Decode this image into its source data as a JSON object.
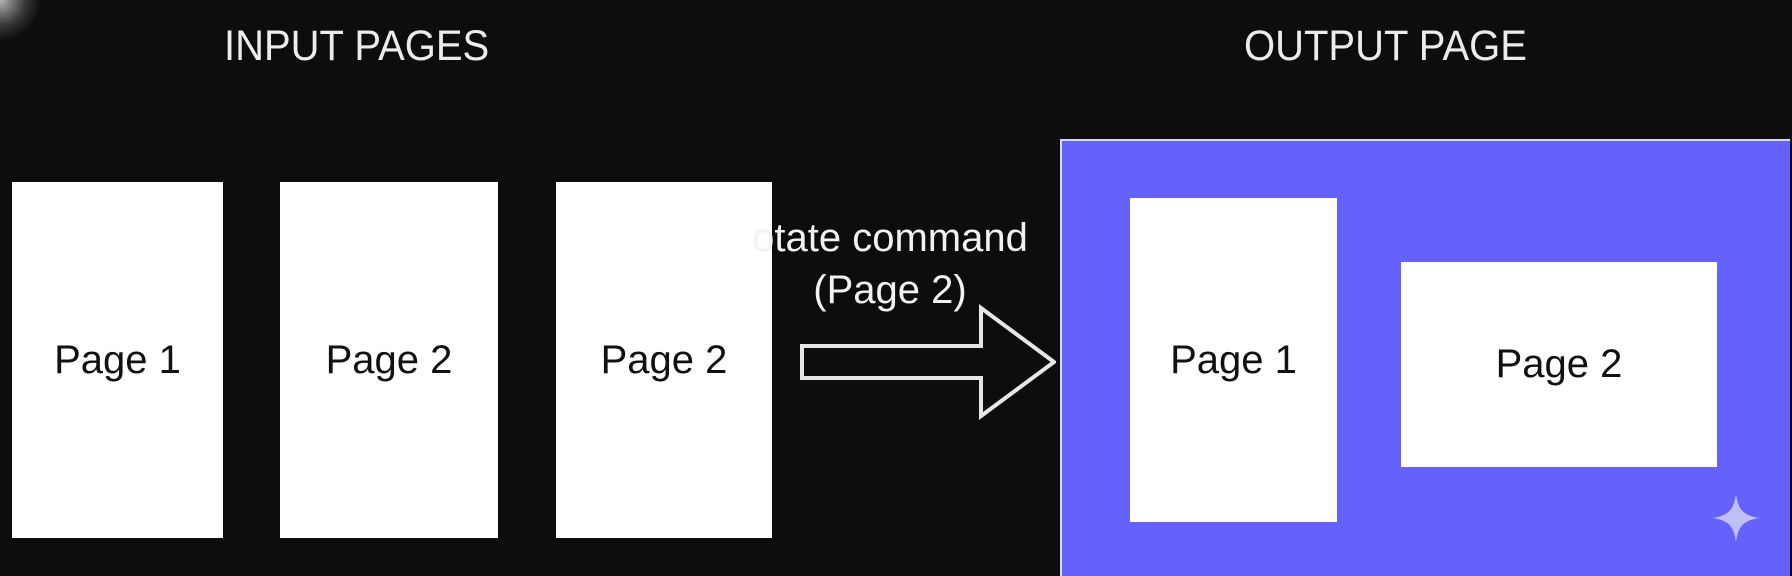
{
  "headings": {
    "input": "INPUT PAGES",
    "output": "OUTPUT PAGE"
  },
  "input_pages": [
    {
      "label": "Page 1"
    },
    {
      "label": "Page 2"
    },
    {
      "label": "Page 2"
    }
  ],
  "command": {
    "line1": "otate command",
    "line2": "(Page 2)"
  },
  "output_pages": [
    {
      "label": "Page 1",
      "orientation": "portrait"
    },
    {
      "label": "Page 2",
      "orientation": "landscape"
    }
  ],
  "colors": {
    "background": "#0e0d0d",
    "output_panel": "#6462fa",
    "page": "#ffffff",
    "text_light": "#ececec"
  },
  "icons": [
    "arrow-right-icon",
    "sparkle-icon"
  ]
}
